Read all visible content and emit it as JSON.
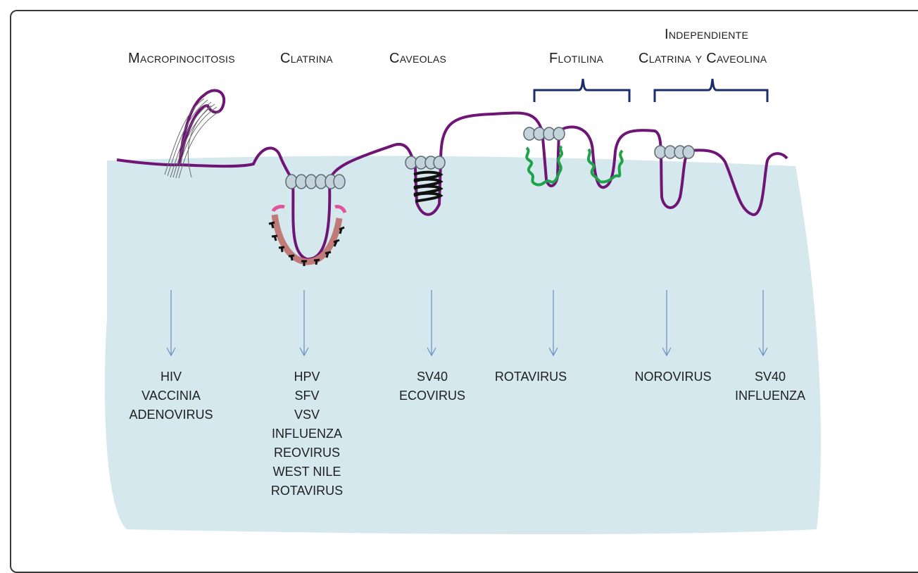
{
  "pathways": [
    {
      "title": "Macropinocitosis",
      "viruses": [
        "HIV",
        "VACCINIA",
        "ADENOVIRUS"
      ]
    },
    {
      "title": "Clatrina",
      "viruses": [
        "HPV",
        "SFV",
        "VSV",
        "INFLUENZA",
        "REOVIRUS",
        "WEST NILE",
        "ROTAVIRUS"
      ]
    },
    {
      "title": "Caveolas",
      "viruses": [
        "SV40",
        "ECOVIRUS"
      ]
    },
    {
      "title": "Flotilina",
      "viruses": [
        "ROTAVIRUS"
      ]
    },
    {
      "title_line1": "Independiente",
      "title_line2": "Clatrina y Caveolina",
      "viruses_a": [
        "NOROVIRUS"
      ],
      "viruses_b": [
        "SV40",
        "INFLUENZA"
      ]
    }
  ],
  "colors": {
    "cell": "#d5e8ee",
    "membrane": "#6f1576",
    "bracket": "#1a2e6b",
    "arrow": "#6d93c8",
    "receptor": "#c4d2dc",
    "clathrin_coat": "#c07b78",
    "adaptor": "#e0559a",
    "flotillin": "#1fa24a",
    "caveolin": "#111111"
  }
}
